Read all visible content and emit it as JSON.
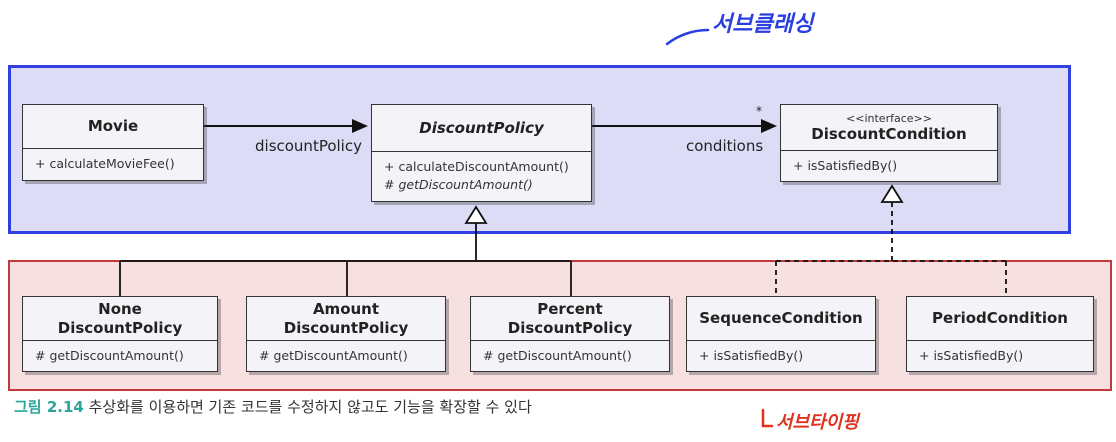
{
  "annotations": {
    "top_handwritten": "서브클래싱",
    "bottom_handwritten": "서브타이핑"
  },
  "classes": {
    "movie": {
      "name": "Movie",
      "ops": [
        "+ calculateMovieFee()"
      ]
    },
    "discount_policy": {
      "name": "DiscountPolicy",
      "ops": [
        "+ calculateDiscountAmount()",
        "# getDiscountAmount()"
      ]
    },
    "discount_condition": {
      "stereotype": "<<interface>>",
      "name": "DiscountCondition",
      "ops": [
        "+ isSatisfiedBy()"
      ]
    },
    "none_policy": {
      "name_line1": "None",
      "name_line2": "DiscountPolicy",
      "ops": [
        "# getDiscountAmount()"
      ]
    },
    "amount_policy": {
      "name_line1": "Amount",
      "name_line2": "DiscountPolicy",
      "ops": [
        "# getDiscountAmount()"
      ]
    },
    "percent_policy": {
      "name_line1": "Percent",
      "name_line2": "DiscountPolicy",
      "ops": [
        "# getDiscountAmount()"
      ]
    },
    "sequence_condition": {
      "name": "SequenceCondition",
      "ops": [
        "+ isSatisfiedBy()"
      ]
    },
    "period_condition": {
      "name": "PeriodCondition",
      "ops": [
        "+ isSatisfiedBy()"
      ]
    }
  },
  "relations": {
    "movie_to_policy_label": "discountPolicy",
    "policy_to_condition_label": "conditions",
    "multiplicity": "*"
  },
  "caption": {
    "number": "그림 2.14",
    "text": "추상화를 이용하면 기존 코드를 수정하지 않고도 기능을 확장할 수 있다"
  },
  "colors": {
    "top_region_border": "#2f3fe0",
    "bottom_region_border": "#c43a3a",
    "caption_number": "#2aa59a",
    "handwriting_blue": "#2b3fe0",
    "handwriting_red": "#e0321e"
  }
}
